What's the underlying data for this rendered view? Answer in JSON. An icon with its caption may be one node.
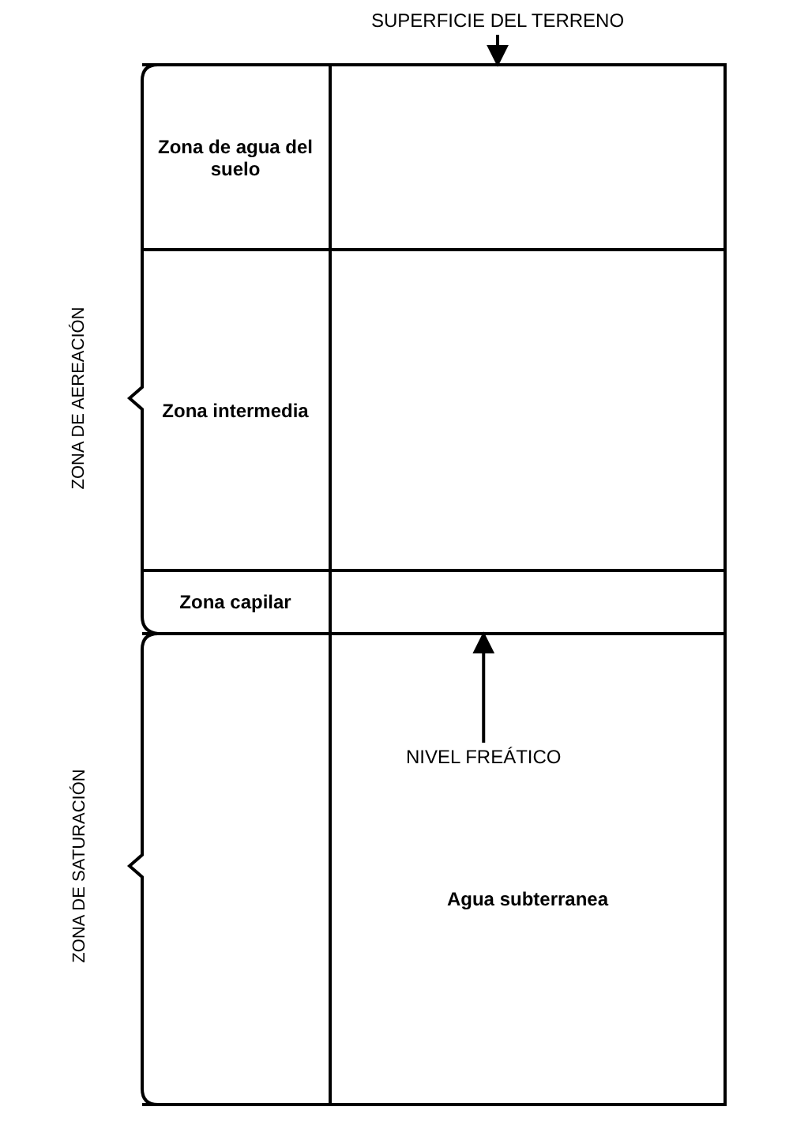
{
  "diagram": {
    "nodes": [
      {
        "text": [
          "SUPERFICIE DEL TERRENO"
        ]
      },
      {
        "text": [
          "Zona de agua del suelo"
        ]
      },
      {
        "text": [],
        "shape": "box"
      },
      {
        "text": [
          "Zona intermedia"
        ]
      },
      {
        "text": [],
        "shape": "box"
      },
      {
        "text": [
          "Zona capilar"
        ]
      },
      {
        "text": [],
        "shape": "box"
      },
      {
        "text": [],
        "shape": "box"
      },
      {
        "text": [
          "Agua subterranea"
        ]
      },
      {
        "text": [
          "NIVEL FREÁTICO"
        ],
        "in": 8
      }
    ],
    "edges": [
      {
        "from": 0,
        "to": 2,
        "arrow": "to"
      },
      {
        "from": 9,
        "to": 6,
        "arrow": "to"
      }
    ],
    "labels": [
      "ZONA DE AEREACIÓN",
      "ZONA DE SATURACIÓN"
    ]
  }
}
